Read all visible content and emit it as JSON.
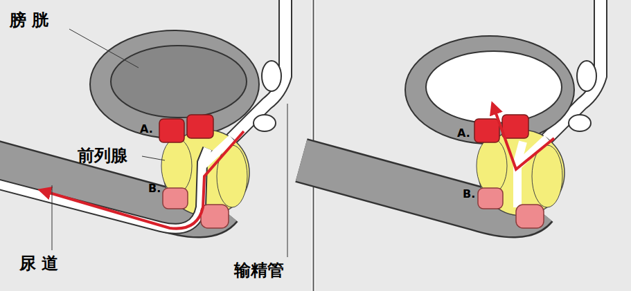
{
  "diagram": {
    "labels": [
      "膀 胱",
      "A.",
      "前列腺",
      "B.",
      "尿 道",
      "输精管",
      "A.",
      "B."
    ]
  }
}
